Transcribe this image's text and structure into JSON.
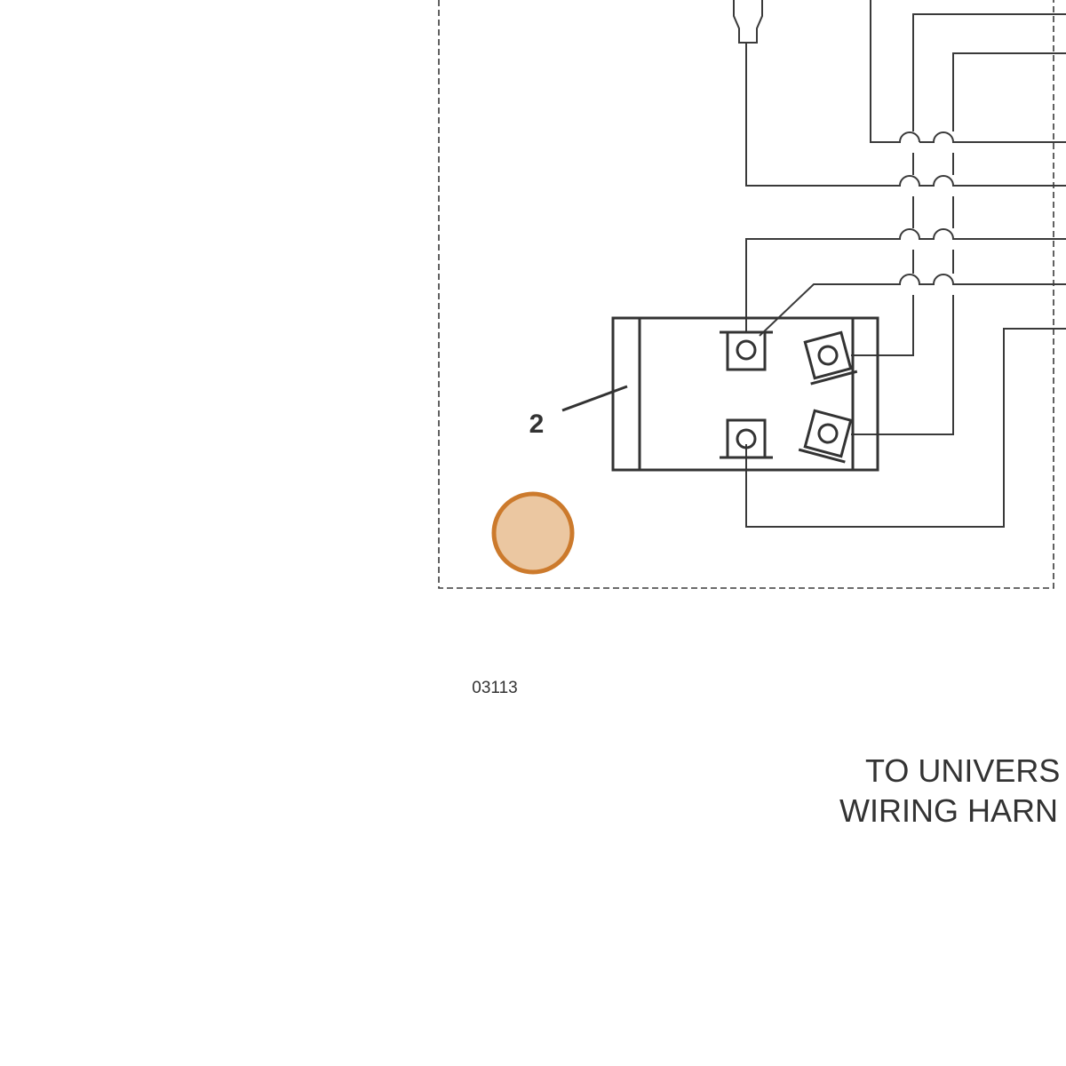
{
  "callout_label": "2",
  "drawing_number": "03113",
  "note_lines": [
    "TO UNIVERS",
    "WIRING HARN"
  ],
  "colors": {
    "ink": "#333333",
    "marker_fill": "#ebc7a1",
    "marker_stroke": "#cc7a2c"
  }
}
